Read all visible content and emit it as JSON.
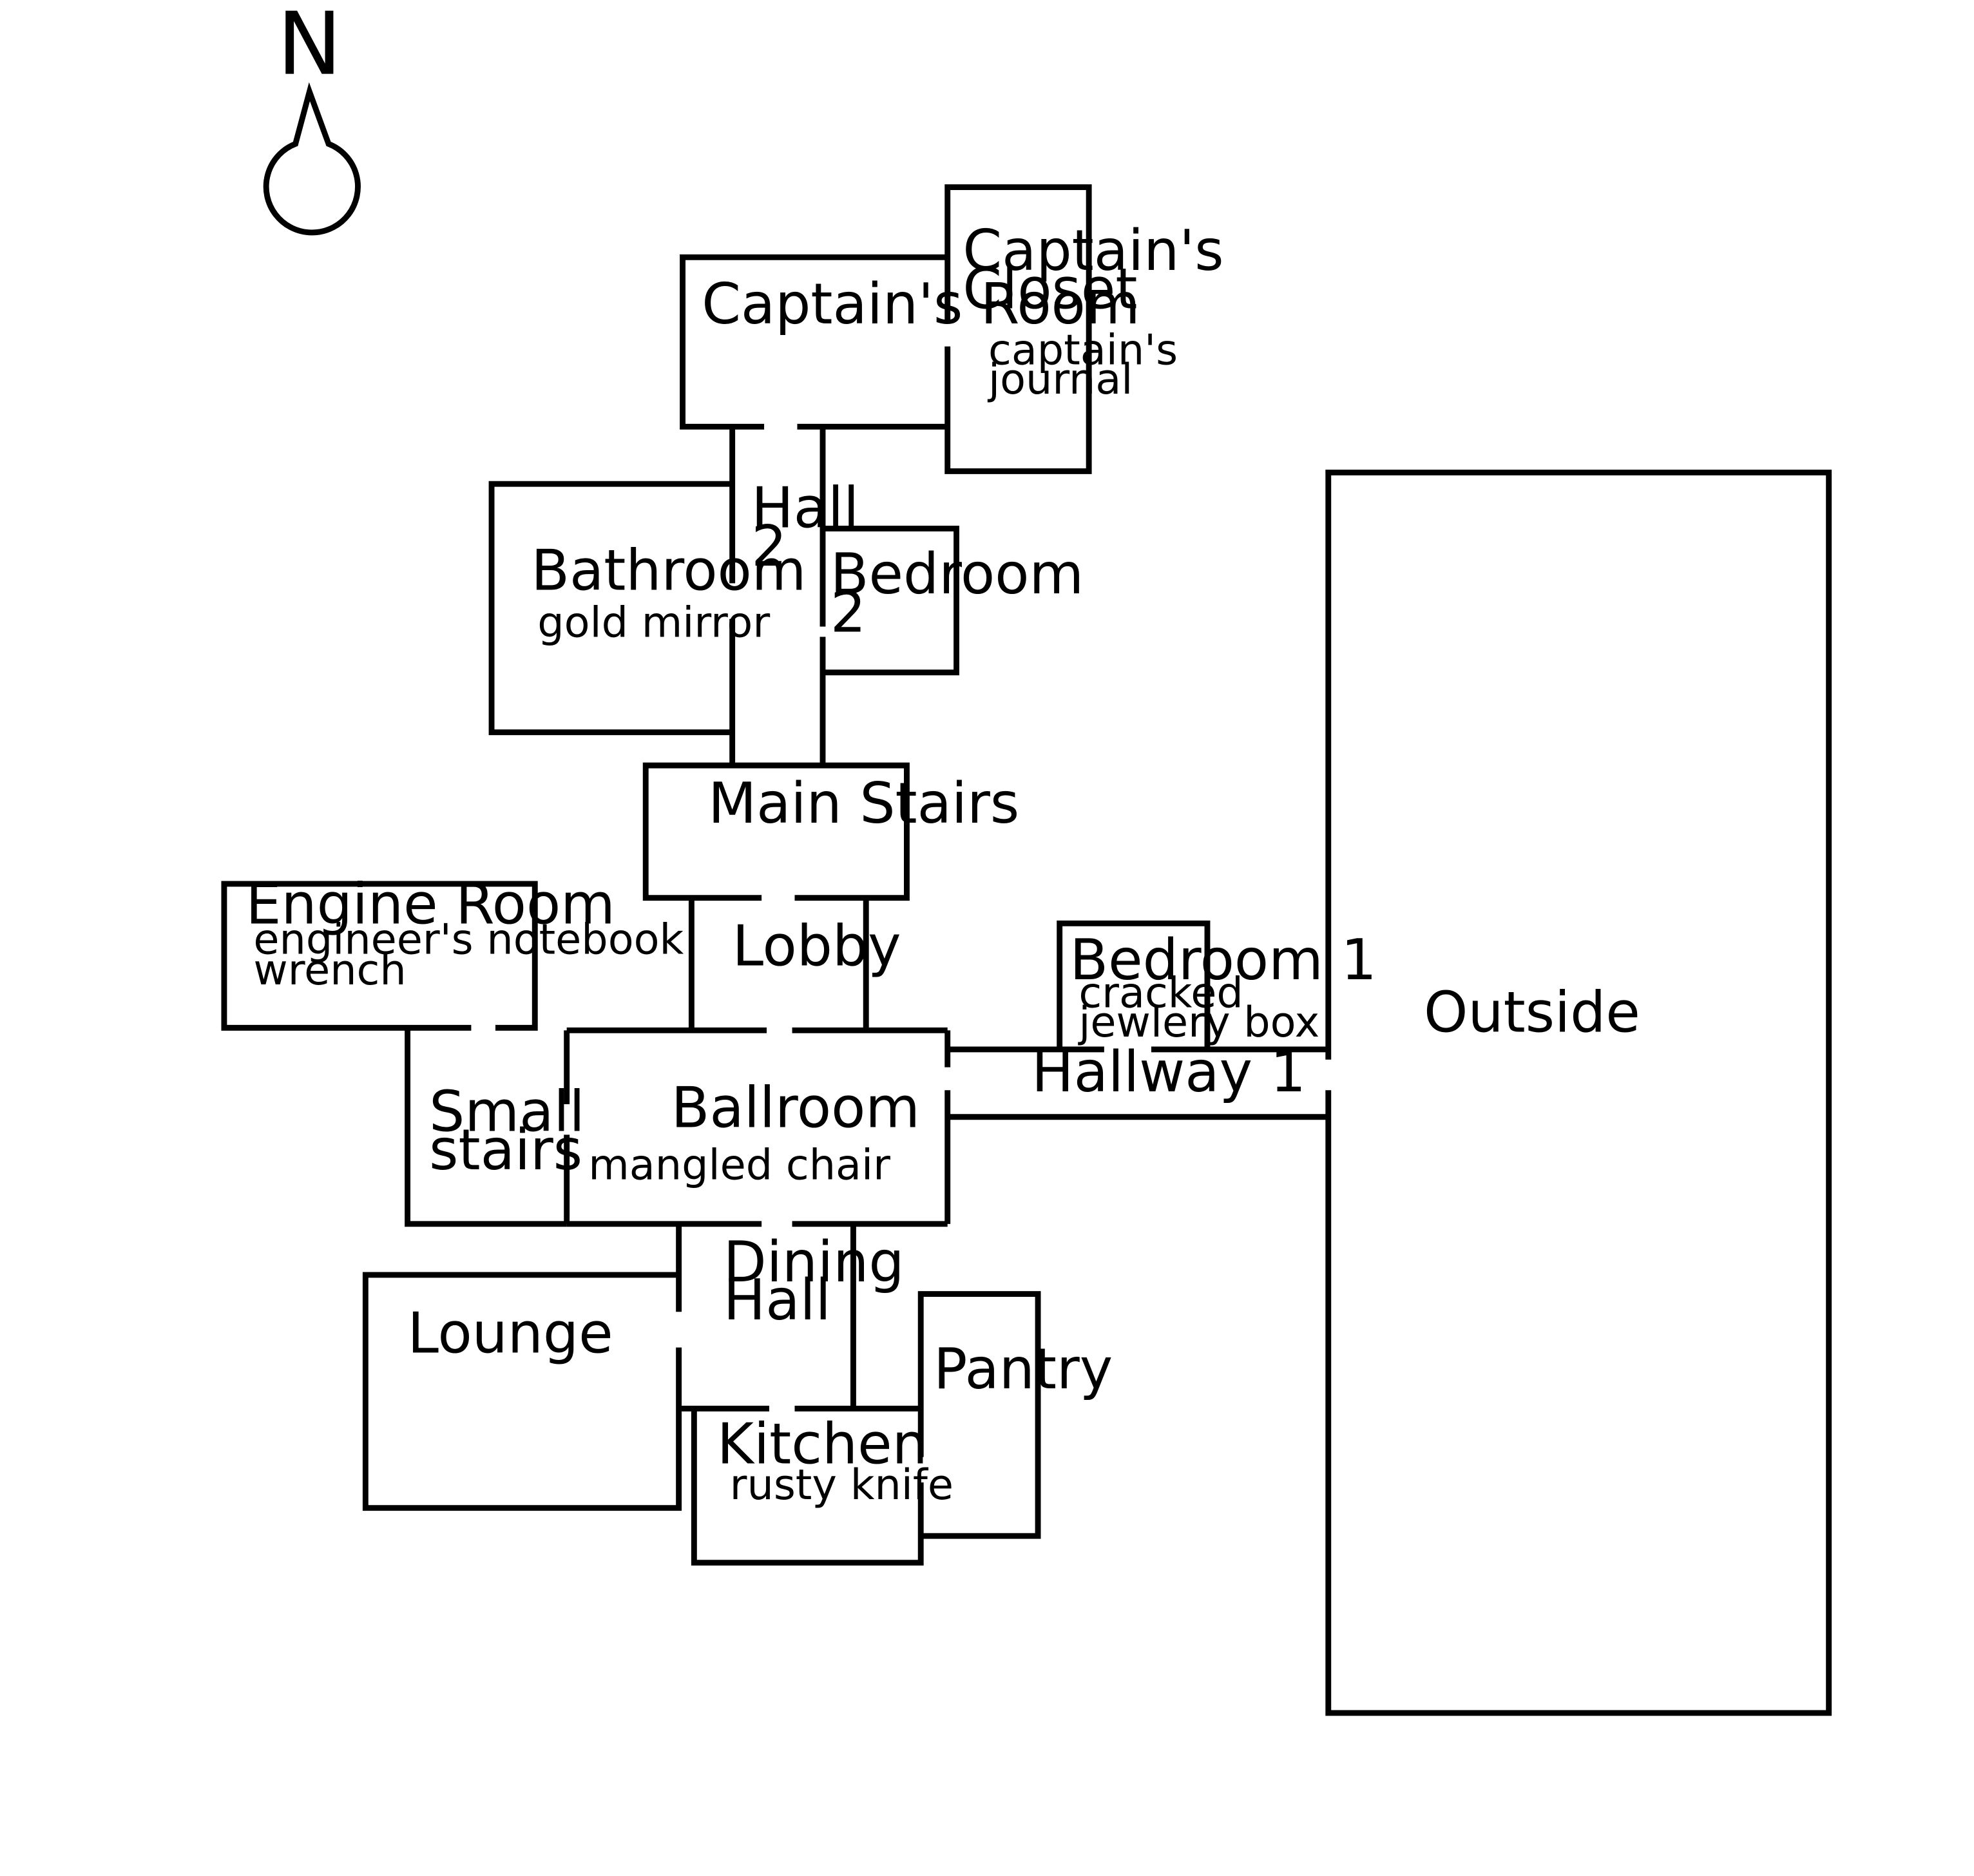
{
  "compass": {
    "letter": "N",
    "icon": "north-arrow-icon"
  },
  "rooms": {
    "captains_room": {
      "name": "Captain's Room"
    },
    "captains_closet": {
      "name_line1": "Captain's",
      "name_line2": "Closet",
      "item_line1": "captain's",
      "item_line2": "journal"
    },
    "hall_2": {
      "name_line1": "Hall",
      "name_line2": "2"
    },
    "bathroom": {
      "name": "Bathroom",
      "item": "gold mirror"
    },
    "bedroom_2": {
      "name_line1": "Bedroom",
      "name_line2": "2"
    },
    "main_stairs": {
      "name": "Main Stairs"
    },
    "engine_room": {
      "name": "Engine Room",
      "item_line1": "engineer's notebook",
      "item_line2": "wrench"
    },
    "lobby": {
      "name": "Lobby"
    },
    "bedroom_1": {
      "name": "Bedroom 1",
      "item_line1": "cracked",
      "item_line2": "jewlery box"
    },
    "outside": {
      "name": "Outside"
    },
    "hallway_1": {
      "name": "Hallway 1"
    },
    "small_stairs": {
      "name_line1": "Small",
      "name_line2": "stairs"
    },
    "ballroom": {
      "name": "Ballroom",
      "item": "mangled chair"
    },
    "dining_hall": {
      "name_line1": "Dining",
      "name_line2": "Hall"
    },
    "lounge": {
      "name": "Lounge"
    },
    "pantry": {
      "name": "Pantry"
    },
    "kitchen": {
      "name": "Kitchen",
      "item": "rusty knife"
    }
  }
}
